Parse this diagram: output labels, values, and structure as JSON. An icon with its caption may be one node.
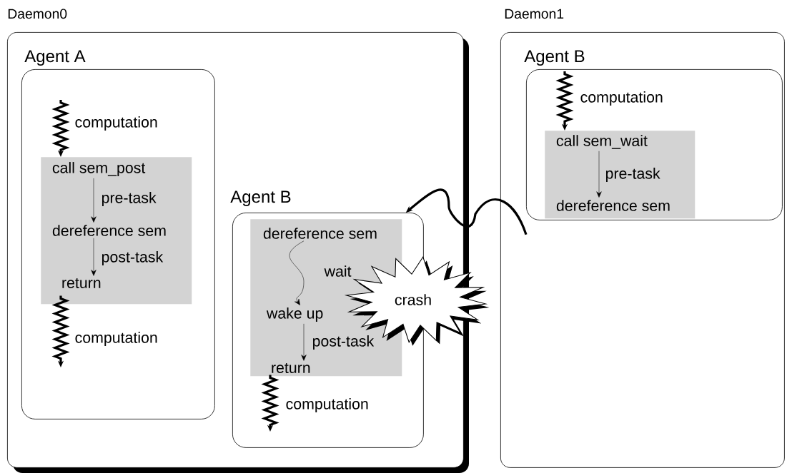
{
  "diagram": {
    "nodes": [
      {
        "text": [
          "Daemon0"
        ]
      },
      {
        "text": [
          "Agent A"
        ],
        "in": 0
      },
      {
        "text": [],
        "shape": "box",
        "in": 1
      },
      {
        "text": [
          "call sem_post"
        ],
        "in": 2
      },
      {
        "text": [
          "dereference sem"
        ],
        "in": 2
      },
      {
        "text": [
          "return"
        ],
        "in": 2
      },
      {
        "text": [
          "Agent B"
        ],
        "in": 0
      },
      {
        "text": [],
        "shape": "box",
        "in": 6
      },
      {
        "text": [
          "dereference sem"
        ],
        "in": 7
      },
      {
        "text": [
          "wake up"
        ],
        "in": 7
      },
      {
        "text": [
          "return"
        ],
        "in": 7
      },
      {
        "text": [
          "crash"
        ]
      },
      {
        "text": [
          "Daemon1"
        ]
      },
      {
        "text": [
          "Agent B"
        ],
        "in": 12
      },
      {
        "text": [],
        "shape": "box",
        "in": 13
      },
      {
        "text": [
          "call sem_wait"
        ],
        "in": 14
      },
      {
        "text": [
          "dereference sem"
        ],
        "in": 14
      }
    ],
    "edges": [
      {
        "from": null,
        "to": 2,
        "arrow": "to",
        "label": "computation",
        "style": "thick"
      },
      {
        "from": 3,
        "to": 4,
        "arrow": "to",
        "label": "pre-task"
      },
      {
        "from": 4,
        "to": 5,
        "arrow": "to",
        "label": "post-task"
      },
      {
        "from": 2,
        "to": null,
        "arrow": "to",
        "label": "computation",
        "style": "thick"
      },
      {
        "from": 8,
        "to": 9,
        "arrow": "to",
        "label": "wait"
      },
      {
        "from": 9,
        "to": 10,
        "arrow": "to",
        "label": "post-task"
      },
      {
        "from": 7,
        "to": null,
        "arrow": "to",
        "label": "computation",
        "style": "thick"
      },
      {
        "from": null,
        "to": 14,
        "arrow": "to",
        "label": "computation",
        "style": "thick"
      },
      {
        "from": 15,
        "to": 16,
        "arrow": "to",
        "label": "pre-task"
      },
      {
        "from": 13,
        "to": 6,
        "arrow": "to",
        "style": "thick"
      }
    ]
  }
}
